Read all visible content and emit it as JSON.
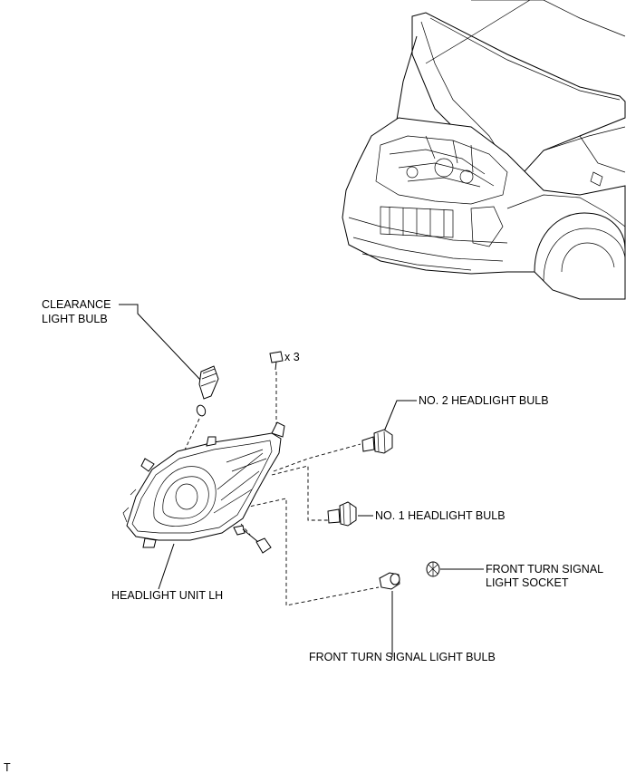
{
  "labels": {
    "clearance_bulb_line1": "CLEARANCE",
    "clearance_bulb_line2": "LIGHT BULB",
    "screw_qty": "x 3",
    "no2_headlight_bulb": "NO. 2 HEADLIGHT BULB",
    "no1_headlight_bulb": "NO. 1 HEADLIGHT BULB",
    "front_turn_socket_line1": "FRONT TURN SIGNAL",
    "front_turn_socket_line2": "LIGHT SOCKET",
    "headlight_unit": "HEADLIGHT UNIT LH",
    "front_turn_bulb": "FRONT TURN SIGNAL LIGHT BULB",
    "corner_mark": "T"
  }
}
